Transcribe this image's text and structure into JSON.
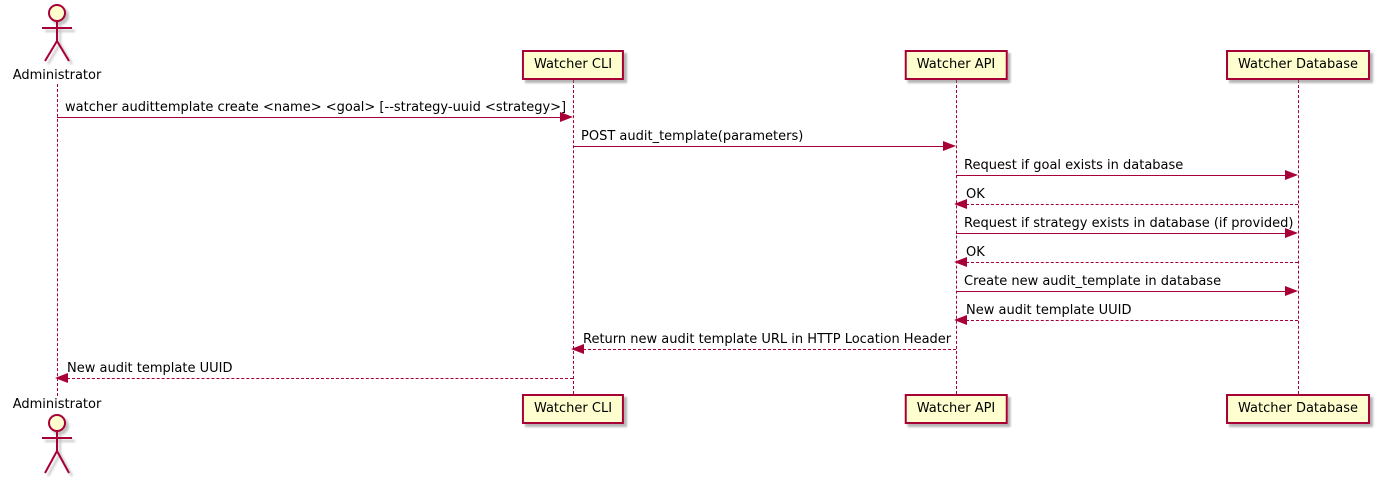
{
  "diagram_type": "sequence",
  "colors": {
    "accent": "#A80036",
    "participant_fill": "#FEFECE",
    "text": "#000000",
    "background": "#FFFFFF"
  },
  "actor": {
    "name": "Administrator"
  },
  "participants": [
    {
      "label": "Watcher CLI"
    },
    {
      "label": "Watcher API"
    },
    {
      "label": "Watcher Database"
    }
  ],
  "messages": [
    {
      "text": "watcher audittemplate create <name> <goal> [--strategy-uuid <strategy>]",
      "from": "Administrator",
      "to": "Watcher CLI",
      "line": "solid",
      "direction": "right"
    },
    {
      "text": "POST audit_template(parameters)",
      "from": "Watcher CLI",
      "to": "Watcher API",
      "line": "solid",
      "direction": "right"
    },
    {
      "text": "Request if goal exists in database",
      "from": "Watcher API",
      "to": "Watcher Database",
      "line": "solid",
      "direction": "right"
    },
    {
      "text": "OK",
      "from": "Watcher Database",
      "to": "Watcher API",
      "line": "dashed",
      "direction": "left"
    },
    {
      "text": "Request if strategy exists in database (if provided)",
      "from": "Watcher API",
      "to": "Watcher Database",
      "line": "solid",
      "direction": "right"
    },
    {
      "text": "OK",
      "from": "Watcher Database",
      "to": "Watcher API",
      "line": "dashed",
      "direction": "left"
    },
    {
      "text": "Create new audit_template in database",
      "from": "Watcher API",
      "to": "Watcher Database",
      "line": "solid",
      "direction": "right"
    },
    {
      "text": "New audit template UUID",
      "from": "Watcher Database",
      "to": "Watcher API",
      "line": "dashed",
      "direction": "left"
    },
    {
      "text": "Return new audit template URL in HTTP Location Header",
      "from": "Watcher API",
      "to": "Watcher CLI",
      "line": "dashed",
      "direction": "left"
    },
    {
      "text": "New audit template UUID",
      "from": "Watcher CLI",
      "to": "Administrator",
      "line": "dashed",
      "direction": "left"
    }
  ]
}
